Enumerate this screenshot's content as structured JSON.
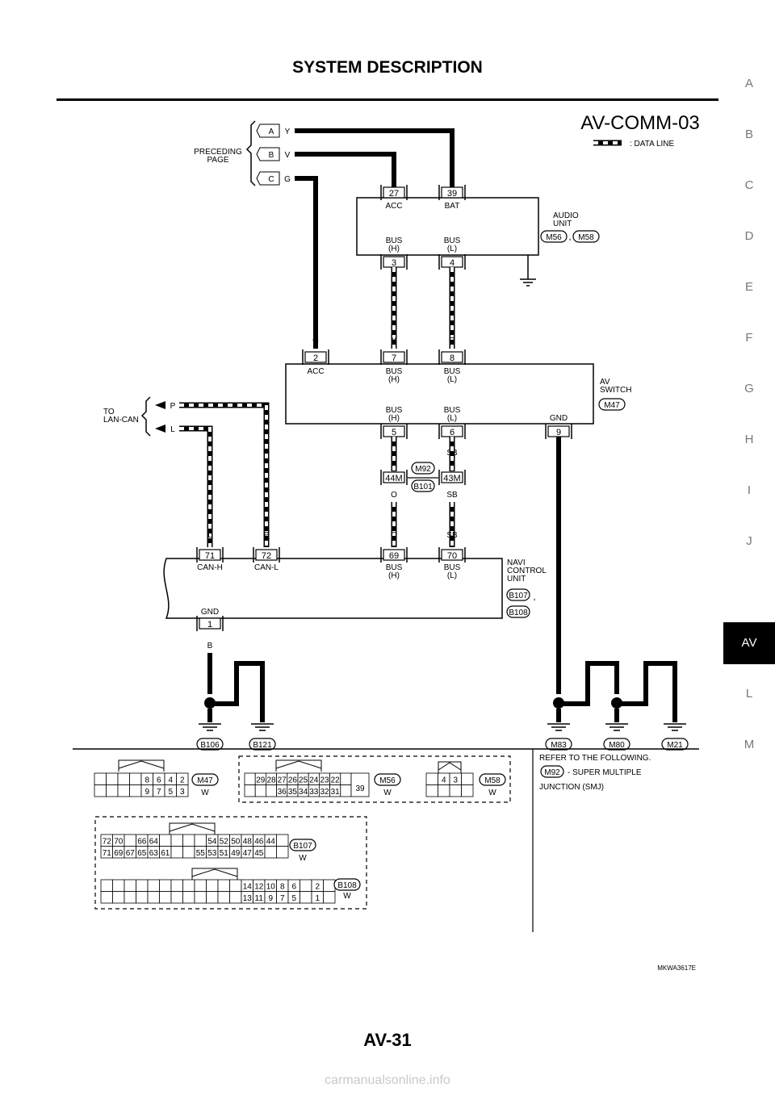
{
  "header": {
    "title": "SYSTEM DESCRIPTION"
  },
  "footer": {
    "page_number": "AV-31"
  },
  "watermark": "carmanualsonline.info",
  "section_tabs": [
    "A",
    "B",
    "C",
    "D",
    "E",
    "F",
    "G",
    "H",
    "I",
    "J",
    "AV",
    "L",
    "M"
  ],
  "active_tab": "AV",
  "diagram": {
    "title": "AV-COMM-03",
    "legend": ": DATA LINE",
    "preceding_page": [
      "PRECEDING",
      "PAGE"
    ],
    "preceding_pins": [
      {
        "pin": "A",
        "color": "Y"
      },
      {
        "pin": "B",
        "color": "V"
      },
      {
        "pin": "C",
        "color": "G"
      }
    ],
    "to_lan_can": [
      "TO",
      "LAN-CAN"
    ],
    "lan_can_wires": [
      "P",
      "L"
    ],
    "audio_unit": {
      "name": [
        "AUDIO",
        "UNIT"
      ],
      "connectors": [
        "M56",
        "M58"
      ],
      "top_pins": [
        {
          "num": "27",
          "wire": "V",
          "label": [
            "ACC"
          ]
        },
        {
          "num": "39",
          "wire": "Y",
          "label": [
            "BAT"
          ]
        }
      ],
      "bottom_pins": [
        {
          "num": "3",
          "wire": "Y",
          "label": [
            "BUS",
            "(H)"
          ]
        },
        {
          "num": "4",
          "wire": "R",
          "label": [
            "BUS",
            "(L)"
          ]
        }
      ]
    },
    "av_switch": {
      "name": [
        "AV",
        "SWITCH"
      ],
      "connector": "M47",
      "top_pins": [
        {
          "num": "2",
          "wire": "G",
          "label": [
            "ACC"
          ]
        },
        {
          "num": "7",
          "wire": "Y",
          "label": [
            "BUS",
            "(H)"
          ]
        },
        {
          "num": "8",
          "wire": "R",
          "label": [
            "BUS",
            "(L)"
          ]
        }
      ],
      "bottom_pins": [
        {
          "num": "5",
          "wire": "O",
          "label": [
            "BUS",
            "(H)"
          ]
        },
        {
          "num": "6",
          "wire": "SB",
          "label": [
            "BUS",
            "(L)"
          ]
        },
        {
          "num": "9",
          "wire": "B",
          "label": [
            "GND"
          ]
        }
      ]
    },
    "junction": {
      "pins": [
        "44M",
        "43M"
      ],
      "connectors": [
        "M92",
        "B101"
      ],
      "wires_below": [
        "O",
        "SB"
      ]
    },
    "navi_unit": {
      "name": [
        "NAVI",
        "CONTROL",
        "UNIT"
      ],
      "connectors": [
        "B107",
        "B108"
      ],
      "top_pins": [
        {
          "num": "71",
          "wire": "L",
          "label": [
            "CAN-H"
          ]
        },
        {
          "num": "72",
          "wire": "P",
          "label": [
            "CAN-L"
          ]
        },
        {
          "num": "69",
          "wire": "O",
          "label": [
            "BUS",
            "(H)"
          ]
        },
        {
          "num": "70",
          "wire": "SB",
          "label": [
            "BUS",
            "(L)"
          ]
        }
      ],
      "bottom_pins": [
        {
          "num": "1",
          "wire": "B",
          "label": [
            "GND"
          ]
        }
      ]
    },
    "ground_wire_labels": [
      "B",
      "B",
      "B",
      "B",
      "B",
      "B",
      "B",
      "B",
      "B"
    ],
    "grounds": [
      "B106",
      "B121",
      "M83",
      "M80",
      "M21"
    ],
    "reference_note": [
      "REFER TO THE FOLLOWING.",
      "- SUPER MULTIPLE",
      "JUNCTION (SMJ)"
    ],
    "reference_connector": "M92",
    "connector_views": [
      {
        "id": "M47",
        "color": "W",
        "rows": [
          [
            "8",
            "6",
            "4",
            "2"
          ],
          [
            "9",
            "7",
            "5",
            "3"
          ]
        ]
      },
      {
        "id": "M56",
        "color": "W",
        "rows": [
          [
            "29",
            "28",
            "27",
            "26",
            "25",
            "24",
            "23",
            "22"
          ],
          [
            "36",
            "35",
            "34",
            "33",
            "32",
            "31"
          ]
        ],
        "extra": "39"
      },
      {
        "id": "M58",
        "color": "W",
        "rows": [
          [
            "4",
            "3"
          ]
        ]
      },
      {
        "id": "B107",
        "color": "W",
        "rows": [
          [
            "72",
            "70",
            "66",
            "64",
            "54",
            "52",
            "50",
            "48",
            "46",
            "44"
          ],
          [
            "71",
            "69",
            "67",
            "65",
            "63",
            "61",
            "55",
            "53",
            "51",
            "49",
            "47",
            "45"
          ]
        ]
      },
      {
        "id": "B108",
        "color": "W",
        "rows": [
          [
            "14",
            "12",
            "10",
            "8",
            "6",
            "2"
          ],
          [
            "13",
            "11",
            "9",
            "7",
            "5",
            "1"
          ]
        ]
      }
    ],
    "figure_code": "MKWA3617E"
  }
}
